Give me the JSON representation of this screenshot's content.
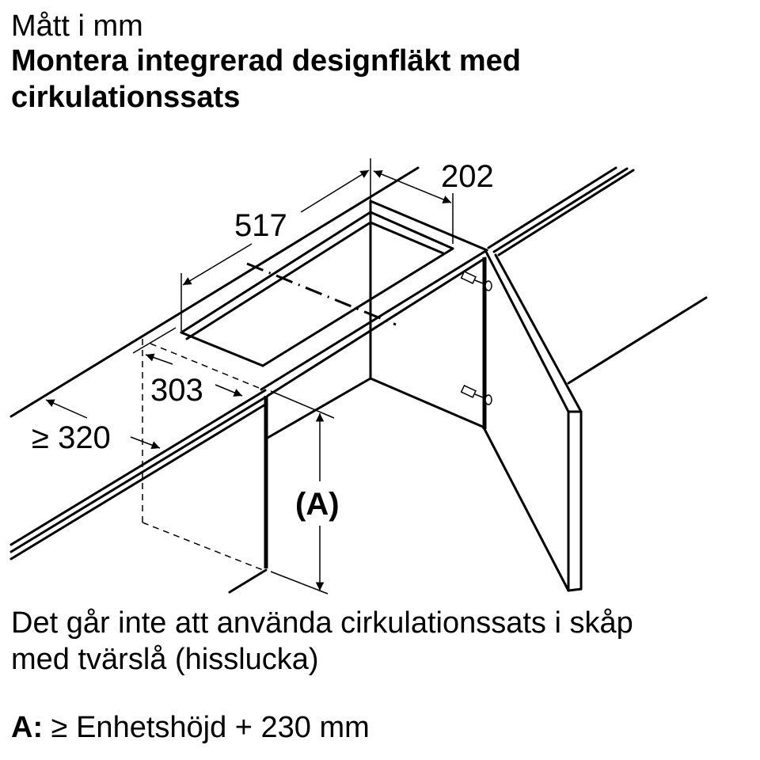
{
  "header": {
    "unit_label": "Mått i mm",
    "title_line1": "Montera integrerad designfläkt med",
    "title_line2": "cirkulationssats"
  },
  "diagram": {
    "type": "isometric installation drawing",
    "subject": "integrated design hood in wall cabinet with recirculation kit",
    "dimensions": {
      "length": "517",
      "depth": "202",
      "setback": "303",
      "min_cabinet_depth": "≥ 320",
      "height_label": "(A)"
    },
    "icons": [
      "hinge-icon",
      "hinge-icon",
      "dimension-arrow-icon"
    ]
  },
  "notes": {
    "line1": "Det går inte att använda cirkulationssats i skåp",
    "line2": "med tvärslå (hisslucka)"
  },
  "legend": {
    "key": "A:",
    "text": "≥ Enhetshöjd + 230 mm"
  }
}
